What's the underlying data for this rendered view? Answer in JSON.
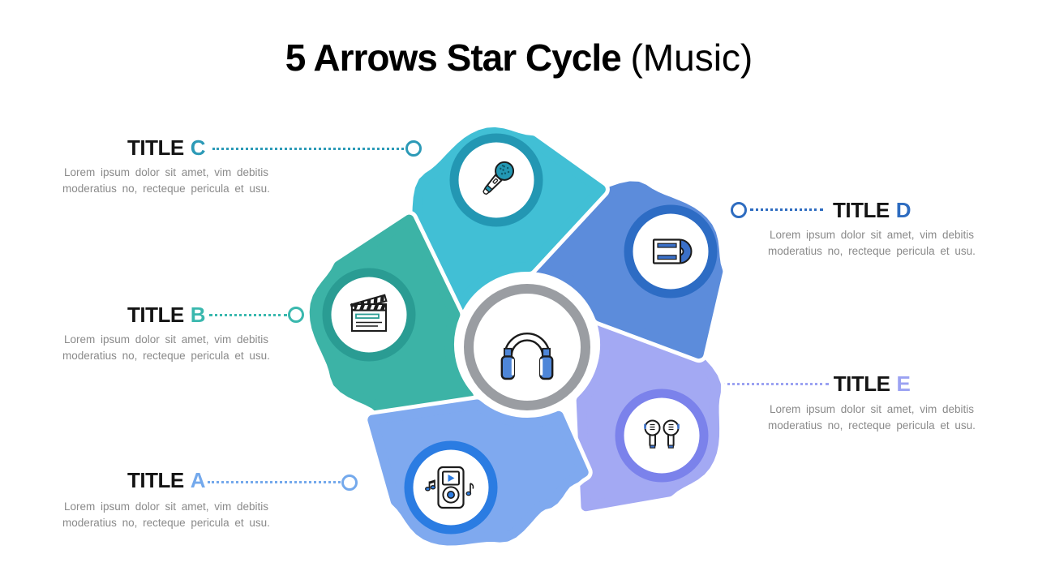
{
  "title": {
    "main": "5 Arrows Star Cycle",
    "suffix": "(Music)"
  },
  "center": {
    "icon": "headphones-icon",
    "ring_color": "#9A9DA2",
    "accent": "#4E86D8"
  },
  "flow": [
    "A",
    "B",
    "C",
    "D",
    "E"
  ],
  "items": [
    {
      "letter": "A",
      "label": "TITLE",
      "icon": "music-player-icon",
      "ring_color": "#2B7CE2",
      "arrow_color": "#7FA9EF",
      "accent_color": "#74A9EC",
      "body": "Lorem ipsum dolor sit amet, vim debitis moderatius no, recteque pericula et usu."
    },
    {
      "letter": "B",
      "label": "TITLE",
      "icon": "clapperboard-icon",
      "ring_color": "#2A9C93",
      "arrow_color": "#3CB3A6",
      "accent_color": "#3AB8AE",
      "body": "Lorem ipsum dolor sit amet, vim debitis moderatius no, recteque pericula et usu."
    },
    {
      "letter": "C",
      "label": "TITLE",
      "icon": "microphone-icon",
      "ring_color": "#2397B3",
      "arrow_color": "#41BFD5",
      "accent_color": "#2C9AB7",
      "body": "Lorem ipsum dolor sit amet, vim debitis moderatius no, recteque pericula et usu."
    },
    {
      "letter": "D",
      "label": "TITLE",
      "icon": "cd-case-icon",
      "ring_color": "#2D6CC4",
      "arrow_color": "#5C8CDB",
      "accent_color": "#2E6CC0",
      "body": "Lorem ipsum dolor sit amet, vim debitis moderatius no, recteque pericula et usu."
    },
    {
      "letter": "E",
      "label": "TITLE",
      "icon": "earbuds-icon",
      "ring_color": "#7B82EB",
      "arrow_color": "#A3A9F3",
      "accent_color": "#9BA2F2",
      "body": "Lorem ipsum dolor sit amet, vim debitis moderatius no, recteque pericula et usu."
    }
  ]
}
